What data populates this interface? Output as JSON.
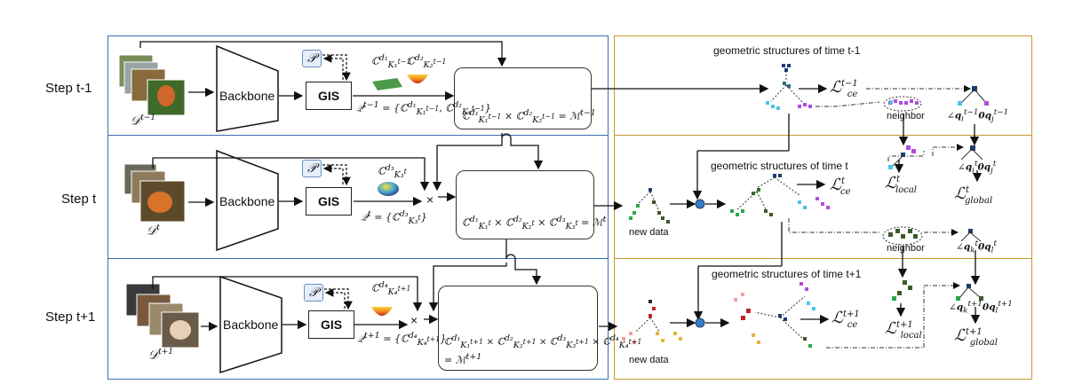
{
  "steps": [
    "Step t-1",
    "Step t",
    "Step t+1"
  ],
  "backbone_label": "Backbone",
  "gis_label": "GIS",
  "p_label": "𝒫",
  "data_labels": [
    "𝒟^{t−1}",
    "𝒟^{t}",
    "𝒟^{t+1}"
  ],
  "geo_titles": [
    "geometric structures of time t-1",
    "geometric structures of time t",
    "geometric structures of time t+1"
  ],
  "new_data_label": "new data",
  "neighbor_label": "neighbor",
  "colors": {
    "left_border": "#3a6fb0",
    "right_border": "#c69a2e"
  }
}
